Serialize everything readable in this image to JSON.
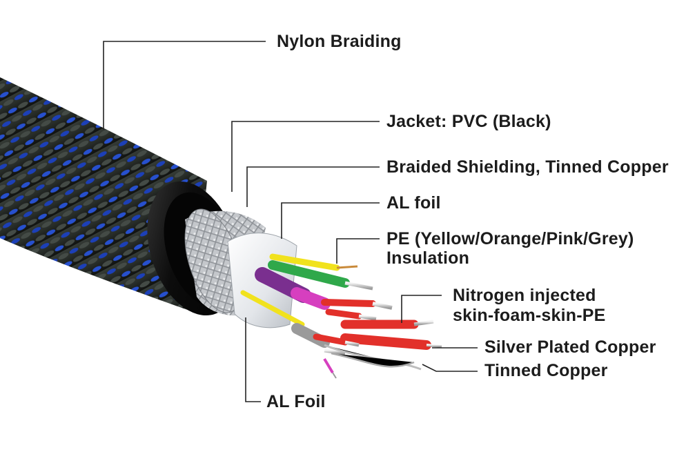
{
  "diagram": {
    "subject": "cable cross-section",
    "labels": {
      "nylon_braiding": "Nylon Braiding",
      "jacket": "Jacket: PVC (Black)",
      "braided_shielding": "Braided Shielding, Tinned Copper",
      "al_foil_top": "AL foil",
      "pe_line1": "PE (Yellow/Orange/Pink/Grey)",
      "pe_line2": "Insulation",
      "nitrogen_line1": "Nitrogen injected",
      "nitrogen_line2": "skin-foam-skin-PE",
      "silver_plated": "Silver Plated Copper",
      "tinned_copper": "Tinned Copper",
      "al_foil_bottom": "AL Foil"
    },
    "colors": {
      "braid_dark": "#2a2f2b",
      "braid_blue": "#1f46c8",
      "jacket": "#0e0e0e",
      "shield": "#c9ccd0",
      "foil": "#e9ecef",
      "yellow": "#f1e21d",
      "green": "#2fa84a",
      "purple": "#7a2f8f",
      "magenta": "#d63fbf",
      "red": "#e2302a",
      "grey": "#9a9a9a",
      "silver": "#d7d7d7"
    }
  }
}
